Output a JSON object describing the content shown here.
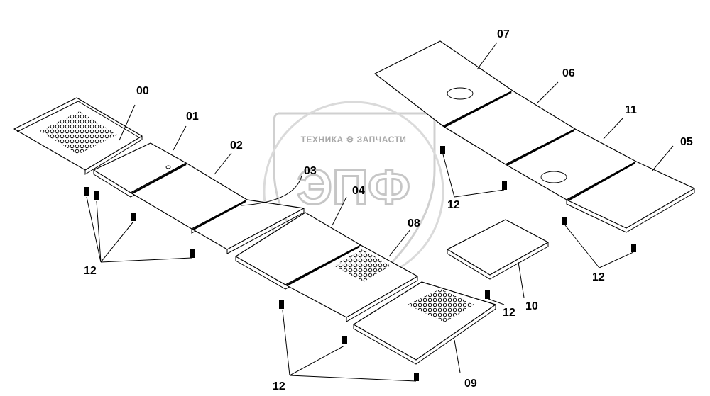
{
  "watermark": {
    "line": "ТЕХНИКА ⚙ ЗАПЧАСТИ",
    "logo": "ЭПФ"
  },
  "callouts": {
    "p00": "00",
    "p01": "01",
    "p02": "02",
    "p03": "03",
    "p04": "04",
    "p05": "05",
    "p06": "06",
    "p07": "07",
    "p08": "08",
    "p09": "09",
    "p10": "10",
    "p11": "11",
    "bolt_a": "12",
    "bolt_b": "12",
    "bolt_c": "12",
    "bolt_d": "12",
    "bolt_e": "12"
  }
}
